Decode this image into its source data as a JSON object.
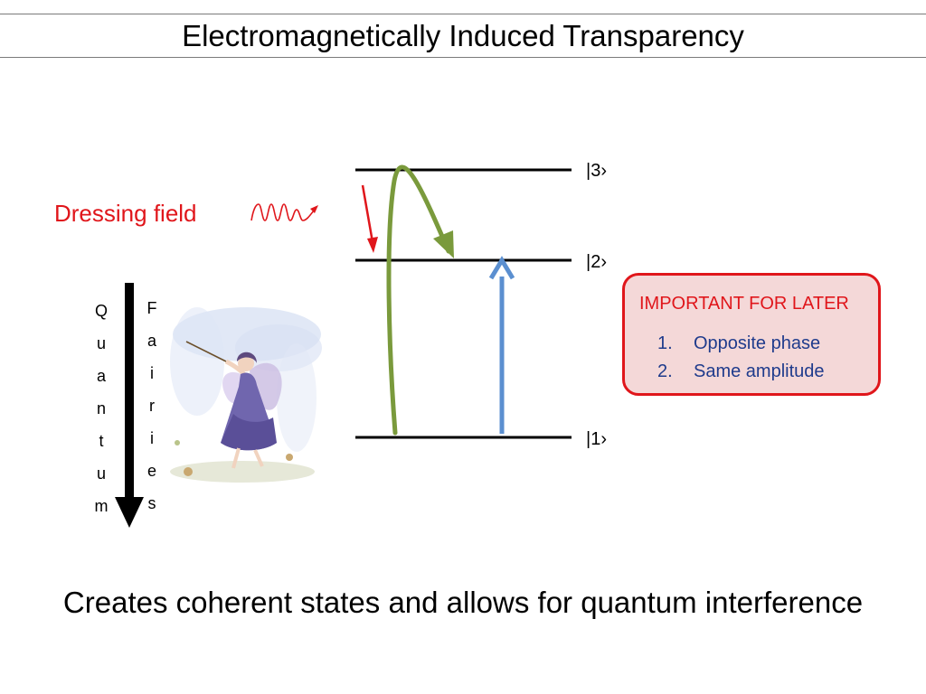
{
  "title": "Electromagnetically Induced Transparency",
  "levels": [
    {
      "id": "level-3",
      "label": "|3›"
    },
    {
      "id": "level-2",
      "label": "|2›"
    },
    {
      "id": "level-1",
      "label": "|1›"
    }
  ],
  "dressing_field": {
    "label": "Dressing field",
    "color": "#e0161b"
  },
  "arrows": {
    "coupling_color": "#7a9a3c",
    "probe_color": "#5b8fd0",
    "dressing_color": "#e0161b"
  },
  "vertical_text": {
    "quantum": [
      "Q",
      "u",
      "a",
      "n",
      "t",
      "u",
      "m"
    ],
    "fairies": [
      "F",
      "a",
      "i",
      "r",
      "i",
      "e",
      "s"
    ]
  },
  "callout": {
    "heading": "IMPORTANT FOR LATER",
    "items": [
      {
        "num": "1.",
        "text": "Opposite phase"
      },
      {
        "num": "2.",
        "text": "Same amplitude"
      }
    ],
    "border_color": "#e0161b",
    "fill_color": "#f4d8d8",
    "item_color": "#1f3b8c"
  },
  "caption": "Creates coherent states and allows for quantum interference"
}
